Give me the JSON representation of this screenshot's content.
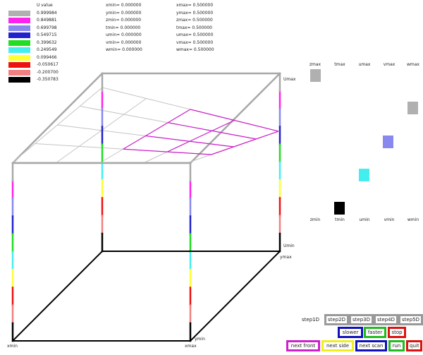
{
  "legend": {
    "title": "U value",
    "items": [
      {
        "value": "0.999984",
        "color": "#b0b0b0"
      },
      {
        "value": "0.849881",
        "color": "#ff22ee"
      },
      {
        "value": "0.699798",
        "color": "#8888ee"
      },
      {
        "value": "0.549715",
        "color": "#2222cc"
      },
      {
        "value": "0.399632",
        "color": "#22dd22"
      },
      {
        "value": "0.249549",
        "color": "#44eeee"
      },
      {
        "value": "0.099466",
        "color": "#ffff33"
      },
      {
        "value": "-0.050617",
        "color": "#ee1111"
      },
      {
        "value": "-0.200700",
        "color": "#f08080"
      },
      {
        "value": "-0.350783",
        "color": "#000000"
      }
    ]
  },
  "ranges": {
    "xmin": "xmin=  0.000000",
    "xmax": "xmax=  0.500000",
    "ymin": "ymin=  0.000000",
    "ymax": "ymax=  0.500000",
    "zmin": "zmin=  0.000000",
    "zmax": "zmax=  0.500000",
    "tmin": "tmin=  0.000000",
    "tmax": "tmax=  0.500000",
    "umin": "umin=  0.000000",
    "umax": "umax=  0.500000",
    "vmin": "vmin=  0.000000",
    "vmax": "vmax=  0.500000",
    "wmin": "wmin=  0.000000",
    "wmax": "wmax=  0.500000"
  },
  "axis_labels": {
    "umax": "Umax",
    "umin": "Umin",
    "ymax": "ymax",
    "ymin": "ymin",
    "xmin": "xmin",
    "xmax": "xmax"
  },
  "mini_panel": {
    "headers": [
      "zmax",
      "tmax",
      "umax",
      "vmax",
      "wmax"
    ],
    "footers": [
      "zmin",
      "tmin",
      "umin",
      "vmin",
      "wmin"
    ],
    "markers": [
      {
        "name": "z-marker",
        "color": "#b0b0b0"
      },
      {
        "name": "w-marker",
        "color": "#b0b0b0"
      },
      {
        "name": "v-marker",
        "color": "#8888ee"
      },
      {
        "name": "u-marker",
        "color": "#44eeee"
      },
      {
        "name": "t-marker",
        "color": "#000000"
      }
    ]
  },
  "controls": {
    "step_label": "step1D",
    "step2d": "step2D",
    "step3d": "step3D",
    "step4d": "step4D",
    "step5d": "step5D",
    "slower": "slower",
    "faster": "faster",
    "stop": "stop",
    "next_front": "next front",
    "next_side": "next side",
    "next_scan": "next scan",
    "run": "run",
    "quit": "quit",
    "colors": {
      "gray": "#999999",
      "blue": "#1111bb",
      "green": "#22bb22",
      "red": "#dd1111",
      "magenta": "#cc22cc",
      "yellow": "#eeee22"
    }
  }
}
